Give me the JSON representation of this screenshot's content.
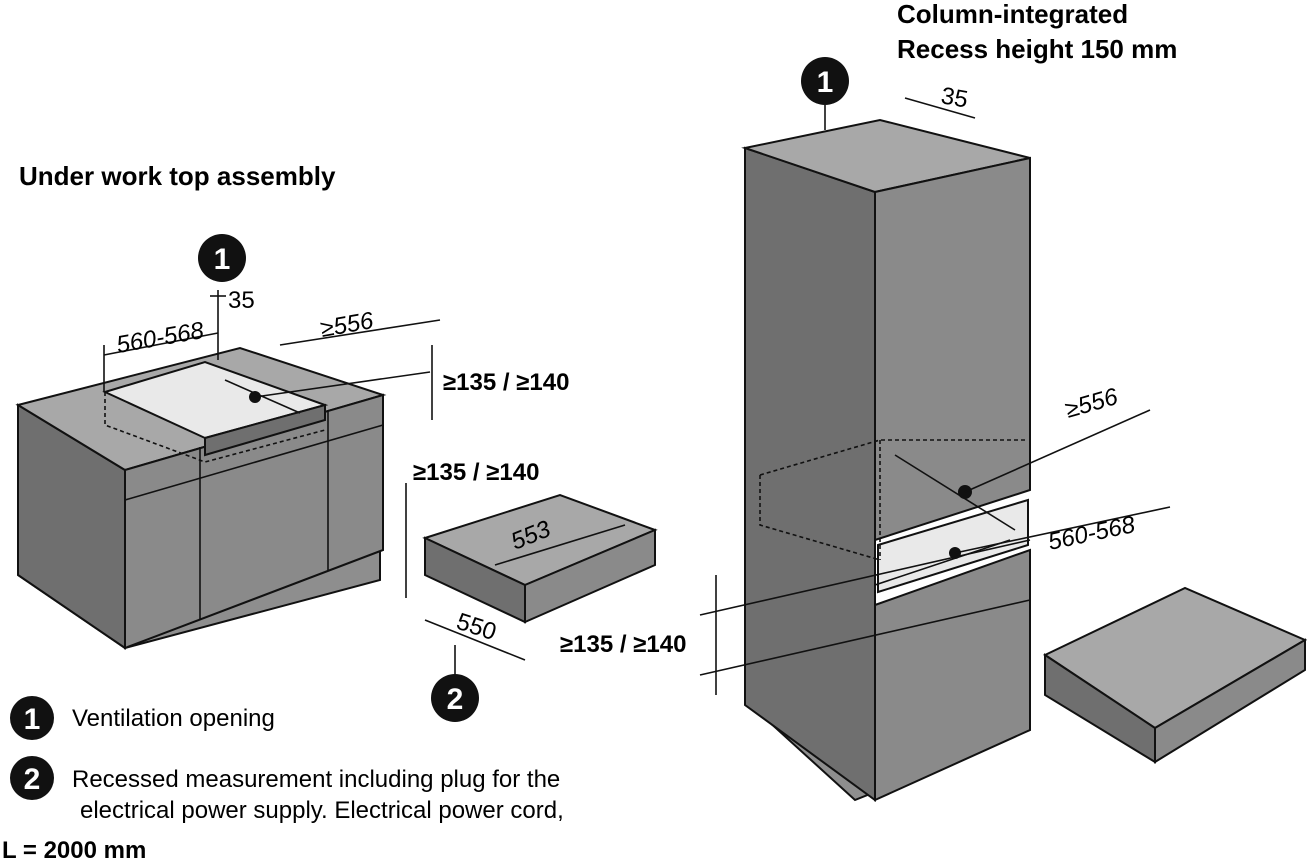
{
  "titles": {
    "column_line1": "Column-integrated",
    "column_line2": "Recess height 150 mm",
    "under": "Under work top assembly"
  },
  "badges": {
    "one": "1",
    "two": "2"
  },
  "dimensions": {
    "under_35": "35",
    "under_560_568": "560-568",
    "under_556": "≥556",
    "under_height_top": "≥135 / ≥140",
    "drawer_height": "≥135 / ≥140",
    "drawer_depth": "553",
    "drawer_width": "550",
    "column_35": "35",
    "column_556": "≥556",
    "column_560_568": "560-568",
    "column_height": "≥135 / ≥140"
  },
  "legend": {
    "item1_text": "Ventilation opening",
    "item2_line1": "Recessed measurement including plug for the",
    "item2_line2": "electrical  power  supply.  Electrical  power  cord,",
    "item2_line3": "L = 2000 mm"
  }
}
